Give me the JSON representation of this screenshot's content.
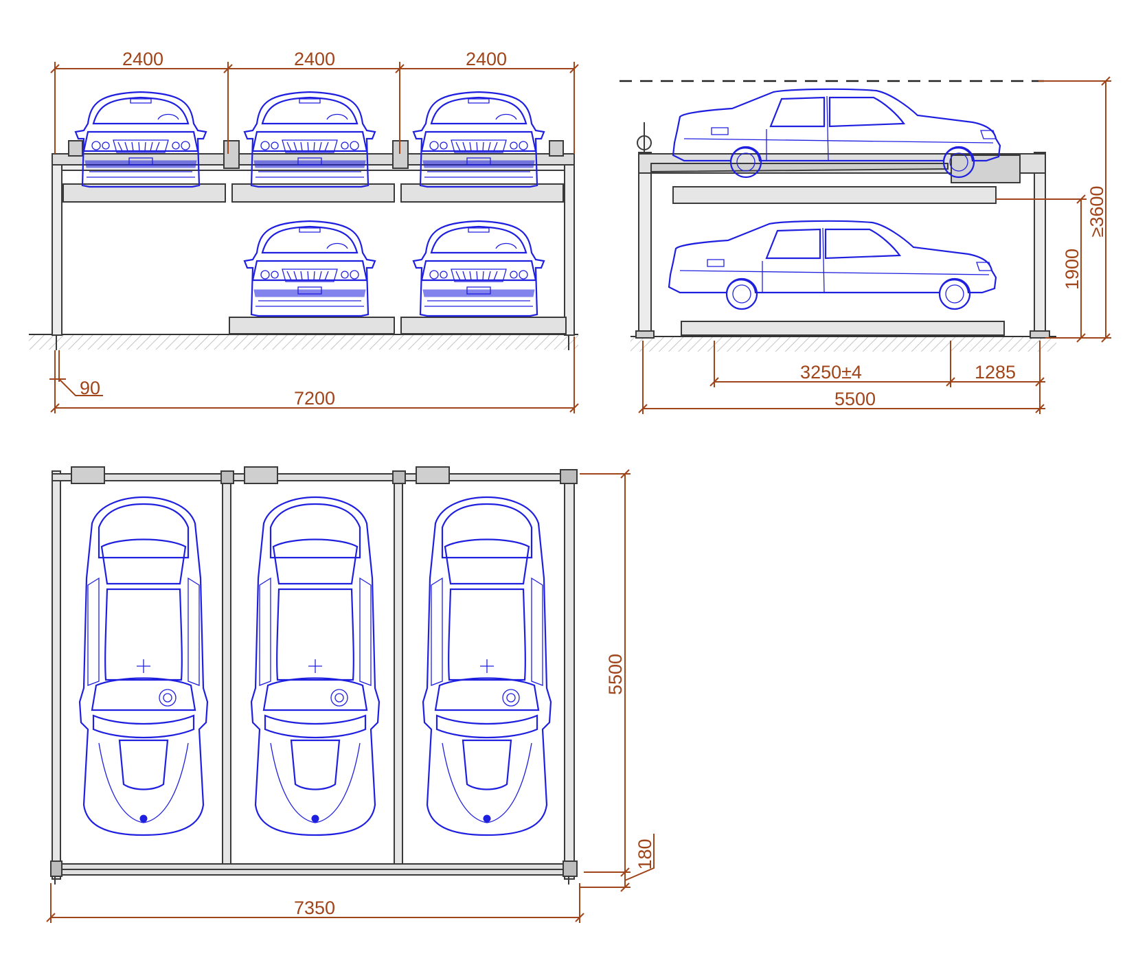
{
  "colors": {
    "dimension": "#a0441a",
    "car": "#1f1fe0",
    "frame": "#3a3a3a",
    "ground": "#b5b5b5",
    "platform_fill": "#d4d4d4"
  },
  "front_view": {
    "bay_widths": [
      "2400",
      "2400",
      "2400"
    ],
    "total_width": "7200",
    "post_width": "90",
    "upper_cars": 3,
    "lower_cars": 2
  },
  "side_view": {
    "min_height": "≥3600",
    "upper_level_height": "1900",
    "travel_length": "3250±4",
    "rear_offset": "1285",
    "total_length": "5500"
  },
  "top_view": {
    "total_width": "7350",
    "total_length": "5500",
    "rail_width": "180",
    "cars": 3
  }
}
